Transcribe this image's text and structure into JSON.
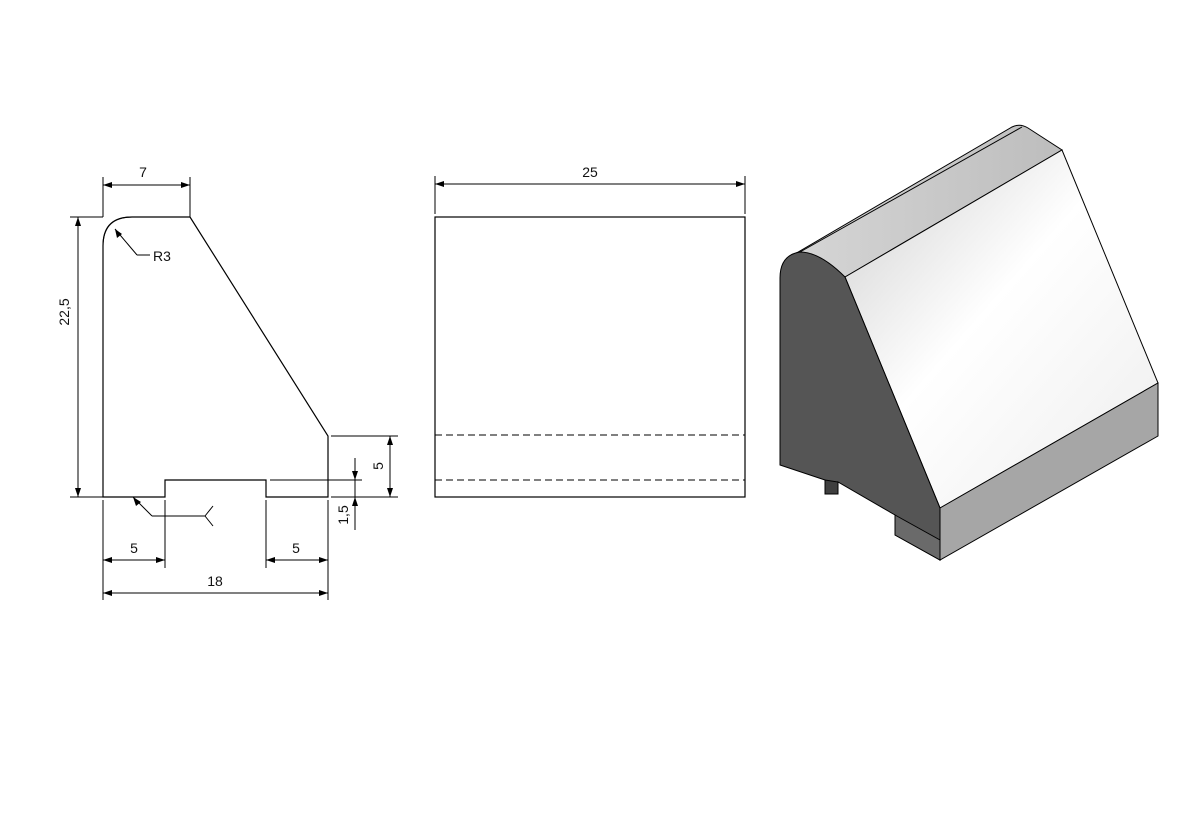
{
  "side_view": {
    "dims": {
      "top_width": "7",
      "height": "22,5",
      "radius": "R3",
      "step": "5",
      "groove_depth": "1,5",
      "left_offset": "5",
      "right_offset": "5",
      "total_width": "18"
    }
  },
  "front_view": {
    "dims": {
      "length": "25"
    }
  },
  "iso_view": {
    "colors": {
      "side_face": "#555555",
      "top_face_light": "#ffffff",
      "top_face_shade": "#cfcfcf",
      "front_face": "#a6a6a6",
      "edge_strip": "#e0e0e0"
    }
  }
}
